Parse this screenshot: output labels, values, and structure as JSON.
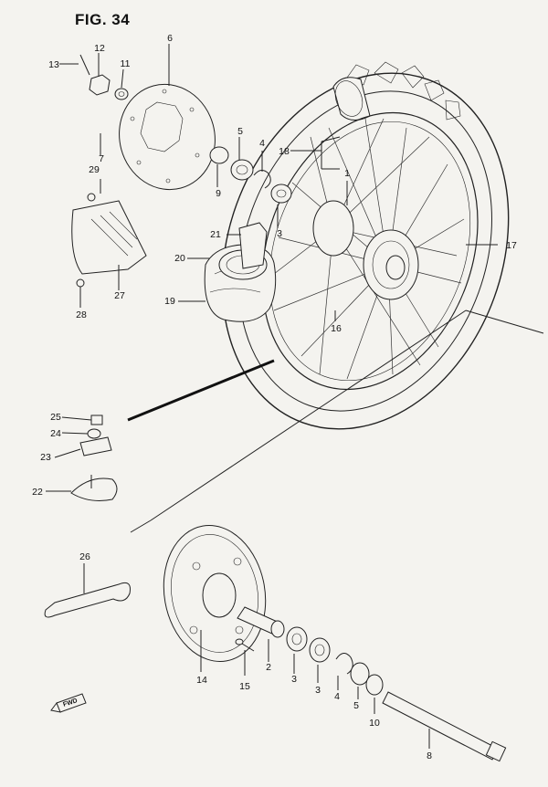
{
  "figure": {
    "title": "FIG. 34"
  },
  "callouts": [
    {
      "name": "callout-13",
      "text": "13"
    },
    {
      "name": "callout-12",
      "text": "12"
    },
    {
      "name": "callout-11",
      "text": "11"
    },
    {
      "name": "callout-6",
      "text": "6"
    },
    {
      "name": "callout-5-top",
      "text": "5"
    },
    {
      "name": "callout-4-top",
      "text": "4"
    },
    {
      "name": "callout-18",
      "text": "18"
    },
    {
      "name": "callout-7",
      "text": "7"
    },
    {
      "name": "callout-29",
      "text": "29"
    },
    {
      "name": "callout-9",
      "text": "9"
    },
    {
      "name": "callout-3-top",
      "text": "3"
    },
    {
      "name": "callout-1",
      "text": "1"
    },
    {
      "name": "callout-21",
      "text": "21"
    },
    {
      "name": "callout-20",
      "text": "20"
    },
    {
      "name": "callout-17",
      "text": "17"
    },
    {
      "name": "callout-19",
      "text": "19"
    },
    {
      "name": "callout-27",
      "text": "27"
    },
    {
      "name": "callout-28",
      "text": "28"
    },
    {
      "name": "callout-16",
      "text": "16"
    },
    {
      "name": "callout-25",
      "text": "25"
    },
    {
      "name": "callout-24",
      "text": "24"
    },
    {
      "name": "callout-23",
      "text": "23"
    },
    {
      "name": "callout-22",
      "text": "22"
    },
    {
      "name": "callout-26",
      "text": "26"
    },
    {
      "name": "callout-2",
      "text": "2"
    },
    {
      "name": "callout-3-bottom-a",
      "text": "3"
    },
    {
      "name": "callout-3-bottom-b",
      "text": "3"
    },
    {
      "name": "callout-4-bottom",
      "text": "4"
    },
    {
      "name": "callout-5-bottom",
      "text": "5"
    },
    {
      "name": "callout-10",
      "text": "10"
    },
    {
      "name": "callout-14",
      "text": "14"
    },
    {
      "name": "callout-15",
      "text": "15"
    },
    {
      "name": "callout-8",
      "text": "8"
    }
  ],
  "direction_marker": {
    "text": "FWD"
  }
}
